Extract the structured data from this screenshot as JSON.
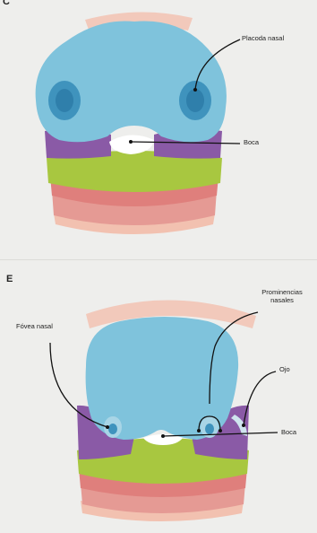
{
  "panels": [
    {
      "letter": "C",
      "labels": {
        "nasal_placode": "Placoda nasal",
        "mouth": "Boca"
      }
    },
    {
      "letter": "E",
      "labels": {
        "nasal_pit": "Fóvea nasal",
        "nasal_prominences": "Prominencias nasales",
        "eye": "Ojo",
        "mouth": "Boca"
      }
    }
  ],
  "colors": {
    "frontonasal": "#7fc3dc",
    "placode": "#3f93bd",
    "maxillary": "#8a5aa6",
    "mandibular": "#a8c740",
    "pink": "#e38a8a",
    "peach": "#f2c1b0",
    "mouth": "#ffffff"
  }
}
